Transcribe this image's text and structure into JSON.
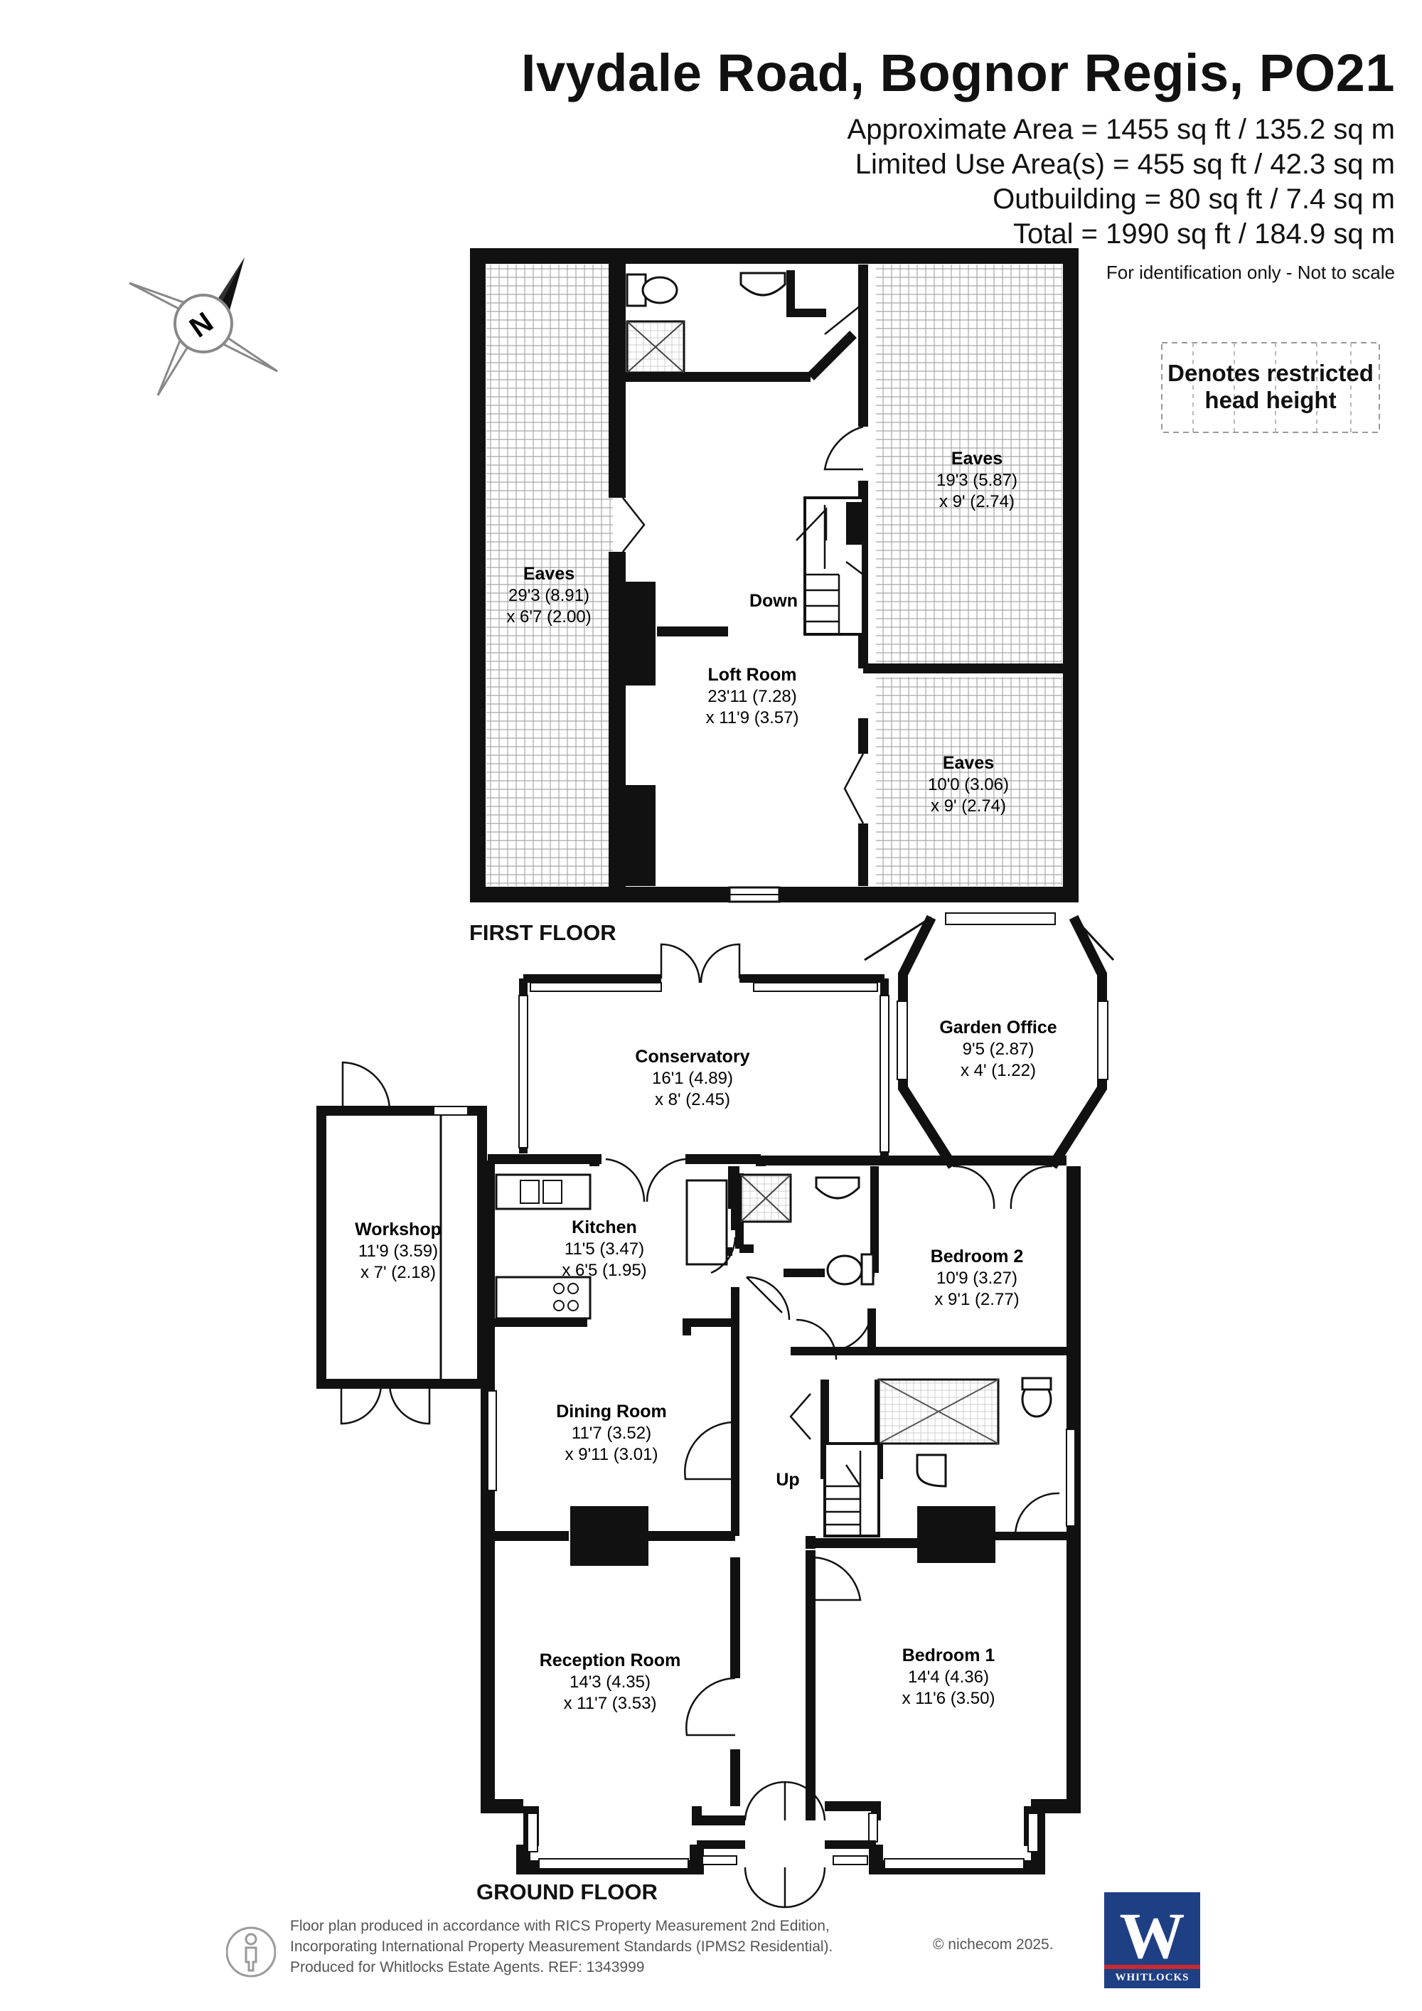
{
  "header": {
    "title": "Ivydale Road, Bognor Regis, PO21",
    "areas": [
      "Approximate Area = 1455 sq ft / 135.2 sq m",
      "Limited Use Area(s) = 455 sq ft / 42.3 sq m",
      "Outbuilding = 80 sq ft / 7.4 sq m",
      "Total = 1990 sq ft / 184.9 sq m"
    ],
    "note": "For identification only - Not to scale"
  },
  "legend": {
    "line1": "Denotes restricted",
    "line2": "head height"
  },
  "compass": {
    "label": "N"
  },
  "floors": {
    "first": "FIRST FLOOR",
    "ground": "GROUND FLOOR"
  },
  "rooms": {
    "eaves_left": {
      "name": "Eaves",
      "dim1": "29'3 (8.91)",
      "dim2": "x 6'7 (2.00)"
    },
    "eaves_right_top": {
      "name": "Eaves",
      "dim1": "19'3 (5.87)",
      "dim2": "x 9' (2.74)"
    },
    "eaves_right_bottom": {
      "name": "Eaves",
      "dim1": "10'0 (3.06)",
      "dim2": "x 9' (2.74)"
    },
    "loft_room": {
      "name": "Loft Room",
      "dim1": "23'11 (7.28)",
      "dim2": "x 11'9 (3.57)"
    },
    "conservatory": {
      "name": "Conservatory",
      "dim1": "16'1 (4.89)",
      "dim2": "x 8' (2.45)"
    },
    "garden_office": {
      "name": "Garden Office",
      "dim1": "9'5 (2.87)",
      "dim2": "x 4' (1.22)"
    },
    "workshop": {
      "name": "Workshop",
      "dim1": "11'9 (3.59)",
      "dim2": "x 7' (2.18)"
    },
    "kitchen": {
      "name": "Kitchen",
      "dim1": "11'5 (3.47)",
      "dim2": "x 6'5 (1.95)"
    },
    "bedroom_2": {
      "name": "Bedroom 2",
      "dim1": "10'9 (3.27)",
      "dim2": "x 9'1 (2.77)"
    },
    "dining_room": {
      "name": "Dining Room",
      "dim1": "11'7 (3.52)",
      "dim2": "x 9'11 (3.01)"
    },
    "reception_room": {
      "name": "Reception Room",
      "dim1": "14'3 (4.35)",
      "dim2": "x 11'7 (3.53)"
    },
    "bedroom_1": {
      "name": "Bedroom 1",
      "dim1": "14'4 (4.36)",
      "dim2": "x 11'6 (3.50)"
    }
  },
  "stairs": {
    "down": "Down",
    "up": "Up"
  },
  "footer": {
    "line1": "Floor plan produced in accordance with RICS Property Measurement 2nd Edition,",
    "line2": "Incorporating International Property Measurement Standards (IPMS2 Residential).",
    "line3": "Produced for Whitlocks Estate Agents.   REF: 1343999",
    "copyright": "© nichecom 2025."
  },
  "logo": {
    "letter": "W",
    "name": "WHITLOCKS"
  },
  "colors": {
    "wall": "#111111",
    "hatch": "#9a9a9a",
    "logo_blue": "#1f3f85",
    "logo_red": "#c9282d"
  }
}
